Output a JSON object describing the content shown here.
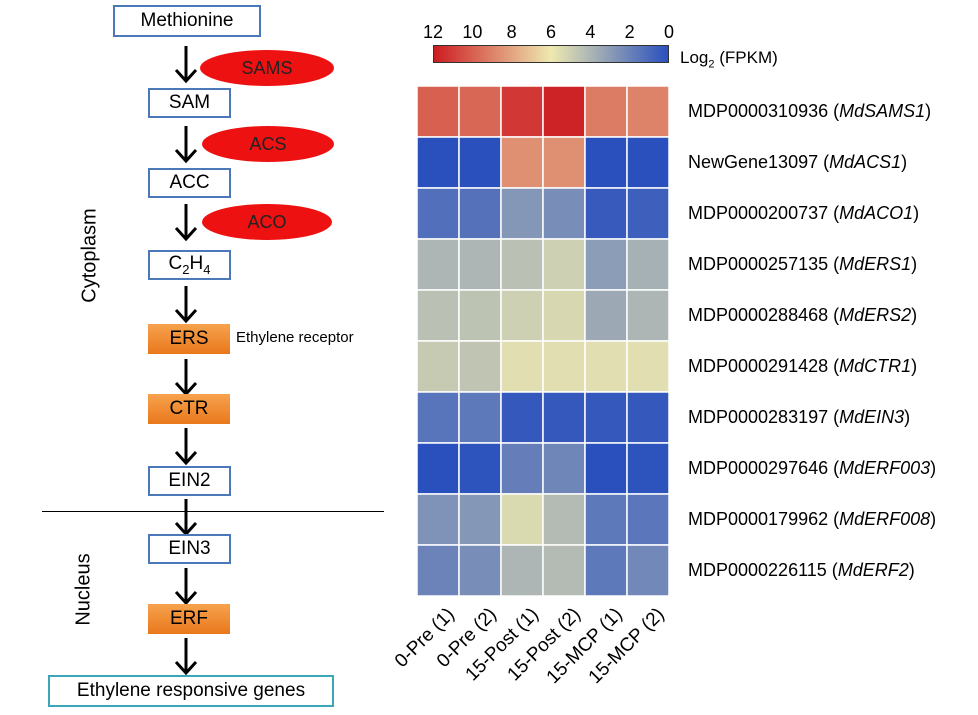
{
  "pathway": {
    "steps": {
      "methionine": "Methionine",
      "sam": "SAM",
      "acc": "ACC",
      "c2h4_main": "C",
      "c2h4_sub1": "2",
      "c2h4_mid": "H",
      "c2h4_sub2": "4",
      "ers": "ERS",
      "ctr": "CTR",
      "ein2": "EIN2",
      "ein3": "EIN3",
      "erf": "ERF",
      "responsive": "Ethylene responsive genes"
    },
    "enzymes": {
      "sams": "SAMS",
      "acs": "ACS",
      "aco": "ACO"
    },
    "receptor_note": "Ethylene receptor",
    "compartments": {
      "cytoplasm": "Cytoplasm",
      "nucleus": "Nucleus"
    },
    "colors": {
      "enzyme": "#ee1111",
      "protein": "#f0902e",
      "metabolite_border": "#4a78b8",
      "gene_border": "#3aa6b8"
    }
  },
  "chart_data": {
    "type": "heatmap",
    "colorbar": {
      "label_main": "Log",
      "label_sub": "2",
      "label_rest": " (FPKM)",
      "ticks": [
        "12",
        "10",
        "8",
        "6",
        "4",
        "2",
        "0"
      ],
      "range": [
        12,
        0
      ],
      "colors": {
        "high": "#cc1c22",
        "mid": "#eee9b0",
        "low": "#2a50bd"
      }
    },
    "columns": [
      "0-Pre (1)",
      "0-Pre (2)",
      "15-Post (1)",
      "15-Post (2)",
      "15-MCP (1)",
      "15-MCP (2)"
    ],
    "rows": [
      {
        "id": "MDP0000310936 (",
        "gene": "MdSAMS1",
        "close": ")",
        "values": [
          10.0,
          9.8,
          11.2,
          11.8,
          9.2,
          9.0
        ]
      },
      {
        "id": "NewGene13097 (",
        "gene": "MdACS1",
        "close": ")",
        "values": [
          0.0,
          0.0,
          8.6,
          8.6,
          0.0,
          0.0
        ]
      },
      {
        "id": "MDP0000200737 (",
        "gene": "MdACO1",
        "close": ")",
        "values": [
          1.2,
          1.3,
          2.8,
          2.4,
          0.4,
          0.6
        ]
      },
      {
        "id": "MDP0000257135 (",
        "gene": "MdERS1",
        "close": ")",
        "values": [
          4.0,
          4.0,
          4.4,
          5.0,
          3.0,
          3.8
        ]
      },
      {
        "id": "MDP0000288468 (",
        "gene": "MdERS2",
        "close": ")",
        "values": [
          4.4,
          4.5,
          5.0,
          5.3,
          3.5,
          4.0
        ]
      },
      {
        "id": "MDP0000291428 (",
        "gene": "MdCTR1",
        "close": ")",
        "values": [
          4.8,
          4.6,
          5.6,
          5.6,
          5.6,
          5.6
        ]
      },
      {
        "id": "MDP0000283197 (",
        "gene": "MdEIN3",
        "close": ")",
        "values": [
          1.4,
          1.6,
          0.3,
          0.3,
          0.3,
          0.3
        ]
      },
      {
        "id": "MDP0000297646 (",
        "gene": "MdERF003",
        "close": ")",
        "values": [
          0.0,
          0.1,
          1.8,
          2.1,
          0.0,
          0.1
        ]
      },
      {
        "id": "MDP0000179962 (",
        "gene": "MdERF008",
        "close": ")",
        "values": [
          2.6,
          2.8,
          5.4,
          4.2,
          1.6,
          1.5
        ]
      },
      {
        "id": "MDP0000226115 (",
        "gene": "MdERF2",
        "close": ")",
        "values": [
          2.0,
          2.4,
          4.0,
          4.2,
          1.6,
          2.2
        ]
      }
    ]
  }
}
